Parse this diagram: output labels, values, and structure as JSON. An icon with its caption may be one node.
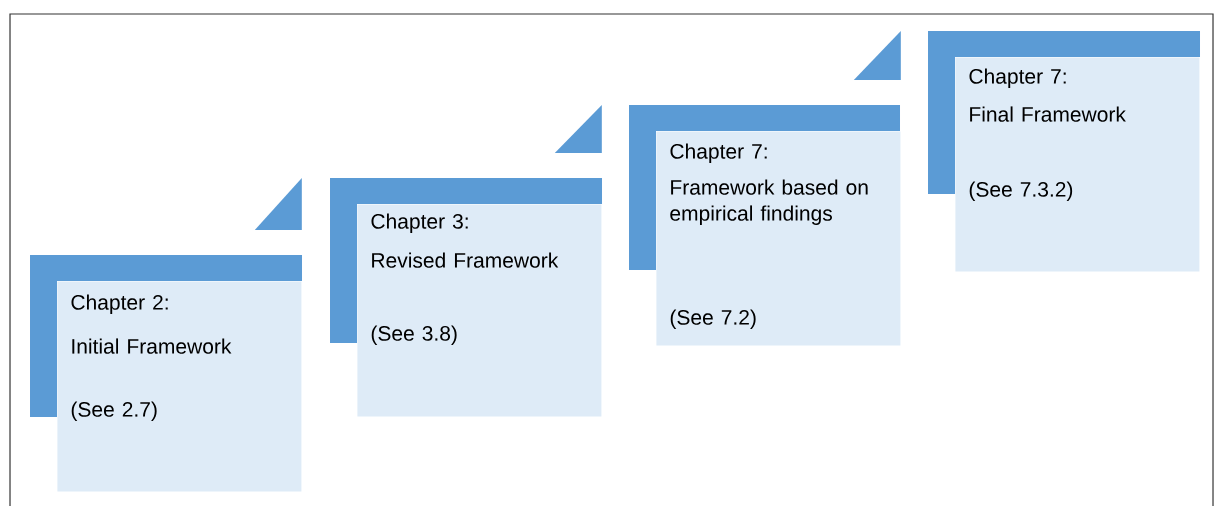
{
  "diagram": {
    "nodes": [
      {
        "text": [
          "Chapter 2:",
          "Initial Framework",
          "(See 2.7)"
        ]
      },
      {
        "text": [
          "Chapter 3:",
          "Revised Framework",
          "(See 3.8)"
        ]
      },
      {
        "text": [
          "Chapter 7:",
          "Framework based on empirical findings",
          "(See 7.2)"
        ]
      },
      {
        "text": [
          "Chapter 7:",
          "Final Framework",
          "(See 7.3.2)"
        ]
      }
    ]
  }
}
